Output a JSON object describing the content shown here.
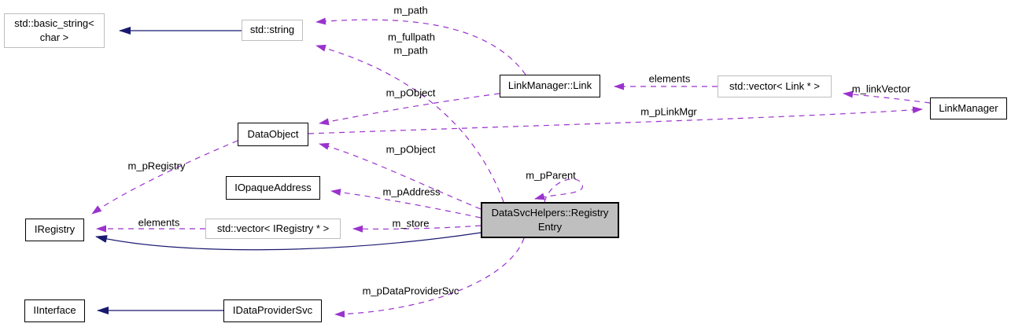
{
  "diagram": {
    "kind": "collaboration-graph",
    "colors": {
      "usage_edge": "#9a32cd",
      "inheritance_edge": "#191970",
      "node_border": "#000000",
      "external_node_border": "#bebebe",
      "highlight_node_fill": "#bfbfbf",
      "node_fill": "#ffffff",
      "text": "#000000",
      "background": "#ffffff"
    }
  },
  "nodes": [
    {
      "id": "std-basic-string",
      "lines": [
        "std::basic_string<",
        "char >"
      ]
    },
    {
      "id": "std-string",
      "lines": [
        "std::string"
      ]
    },
    {
      "id": "linkmanager-link",
      "lines": [
        "LinkManager::Link"
      ]
    },
    {
      "id": "std-vector-link",
      "lines": [
        "std::vector< Link * >"
      ]
    },
    {
      "id": "linkmanager",
      "lines": [
        "LinkManager"
      ]
    },
    {
      "id": "dataobject",
      "lines": [
        "DataObject"
      ]
    },
    {
      "id": "iopaqueaddress",
      "lines": [
        "IOpaqueAddress"
      ]
    },
    {
      "id": "iregistry",
      "lines": [
        "IRegistry"
      ]
    },
    {
      "id": "std-vector-iregistry",
      "lines": [
        "std::vector< IRegistry * >"
      ]
    },
    {
      "id": "datasvchelpers-registryentry",
      "lines": [
        "DataSvcHelpers::Registry",
        "Entry"
      ]
    },
    {
      "id": "iinterface",
      "lines": [
        "IInterface"
      ]
    },
    {
      "id": "idataprovidersvc",
      "lines": [
        "IDataProviderSvc"
      ]
    }
  ],
  "edge_labels": [
    {
      "text": "m_path"
    },
    {
      "text": "m_fullpath"
    },
    {
      "text": "m_path"
    },
    {
      "text": "elements"
    },
    {
      "text": "m_linkVector"
    },
    {
      "text": "m_pObject"
    },
    {
      "text": "m_pLinkMgr"
    },
    {
      "text": "m_pObject"
    },
    {
      "text": "m_pRegistry"
    },
    {
      "text": "m_pParent"
    },
    {
      "text": "m_pAddress"
    },
    {
      "text": "elements"
    },
    {
      "text": "m_store"
    },
    {
      "text": "m_pDataProviderSvc"
    }
  ]
}
